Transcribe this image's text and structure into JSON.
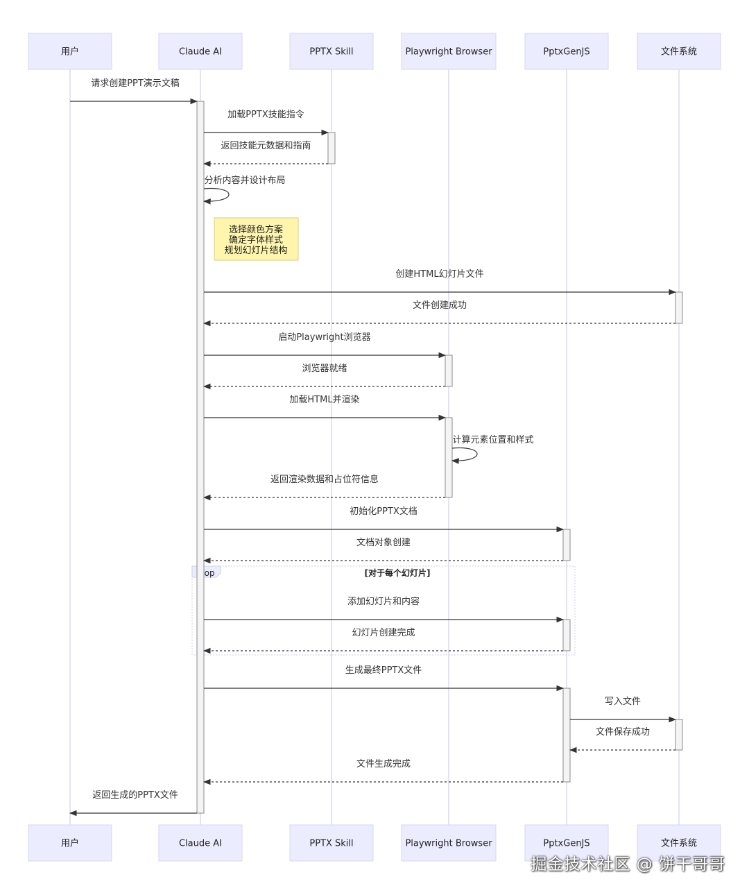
{
  "participants": [
    {
      "id": "user",
      "label": "用户"
    },
    {
      "id": "claude",
      "label": "Claude AI"
    },
    {
      "id": "skill",
      "label": "PPTX Skill"
    },
    {
      "id": "browser",
      "label": "Playwright Browser"
    },
    {
      "id": "gen",
      "label": "PptxGenJS"
    },
    {
      "id": "fs",
      "label": "文件系统"
    }
  ],
  "messages": [
    {
      "from": "user",
      "to": "claude",
      "text": "请求创建PPT演示文稿",
      "style": "solid"
    },
    {
      "from": "claude",
      "to": "skill",
      "text": "加载PPTX技能指令",
      "style": "solid"
    },
    {
      "from": "skill",
      "to": "claude",
      "text": "返回技能元数据和指南",
      "style": "dashed"
    },
    {
      "from": "claude",
      "to": "claude",
      "text": "分析内容并设计布局",
      "style": "self"
    },
    {
      "from": "claude",
      "to": "fs",
      "text": "创建HTML幻灯片文件",
      "style": "solid"
    },
    {
      "from": "fs",
      "to": "claude",
      "text": "文件创建成功",
      "style": "dashed"
    },
    {
      "from": "claude",
      "to": "browser",
      "text": "启动Playwright浏览器",
      "style": "solid"
    },
    {
      "from": "browser",
      "to": "claude",
      "text": "浏览器就绪",
      "style": "dashed"
    },
    {
      "from": "claude",
      "to": "browser",
      "text": "加载HTML并渲染",
      "style": "solid"
    },
    {
      "from": "browser",
      "to": "browser",
      "text": "计算元素位置和样式",
      "style": "self"
    },
    {
      "from": "browser",
      "to": "claude",
      "text": "返回渲染数据和占位符信息",
      "style": "dashed"
    },
    {
      "from": "claude",
      "to": "gen",
      "text": "初始化PPTX文档",
      "style": "solid"
    },
    {
      "from": "gen",
      "to": "claude",
      "text": "文档对象创建",
      "style": "dashed"
    },
    {
      "from": "claude",
      "to": "gen",
      "text": "添加幻灯片和内容",
      "style": "solid"
    },
    {
      "from": "gen",
      "to": "claude",
      "text": "幻灯片创建完成",
      "style": "dashed"
    },
    {
      "from": "claude",
      "to": "gen",
      "text": "生成最终PPTX文件",
      "style": "solid"
    },
    {
      "from": "gen",
      "to": "fs",
      "text": "写入文件",
      "style": "solid"
    },
    {
      "from": "fs",
      "to": "gen",
      "text": "文件保存成功",
      "style": "dashed"
    },
    {
      "from": "gen",
      "to": "claude",
      "text": "文件生成完成",
      "style": "dashed"
    },
    {
      "from": "claude",
      "to": "user",
      "text": "返回生成的PPTX文件",
      "style": "solid"
    }
  ],
  "note": {
    "over": "claude",
    "lines": [
      "选择颜色方案",
      "确定字体样式",
      "规划幻灯片结构"
    ]
  },
  "loop": {
    "label": "loop",
    "condition": "[对于每个幻灯片]"
  },
  "watermark": "掘金技术社区 @ 饼干哥哥",
  "colors": {
    "actor_fill": "#ececff",
    "note_fill": "#fff5ad",
    "line": "#333333"
  }
}
